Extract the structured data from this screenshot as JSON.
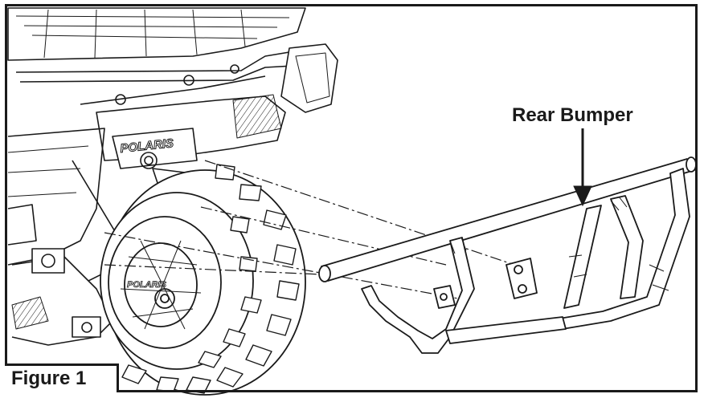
{
  "figure": {
    "callout_label": "Rear Bumper",
    "figure_label": "Figure 1",
    "brand_text_body": "POLARIS",
    "brand_text_wheel": "POLARIS"
  },
  "colors": {
    "line": "#1a1a1a",
    "background": "#ffffff",
    "shade": "#d9d9d9"
  }
}
